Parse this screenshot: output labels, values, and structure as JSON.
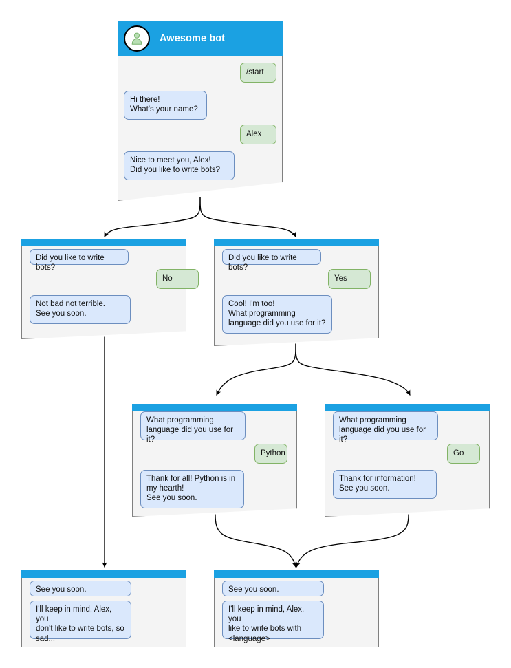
{
  "diagram": {
    "title": "Awesome bot conversation flow",
    "colors": {
      "header_blue": "#1ba1e2",
      "card_body": "#f4f4f4",
      "card_border": "#808080",
      "incoming_bubble_fill": "#dae8fc",
      "incoming_bubble_border": "#6c8ebf",
      "outgoing_bubble_fill": "#d5e8d4",
      "outgoing_bubble_border": "#82b366",
      "edge": "#000000",
      "canvas": "#ffffff"
    }
  },
  "root": {
    "avatar_icon": "user-avatar-icon",
    "bot_name": "Awesome bot",
    "messages": [
      {
        "side": "out",
        "text": "/start"
      },
      {
        "side": "in",
        "text": "Hi there!\nWhat's your name?"
      },
      {
        "side": "out",
        "text": "Alex"
      },
      {
        "side": "in",
        "text": "Nice to meet you, Alex!\nDid you like to write bots?"
      }
    ]
  },
  "cards": [
    {
      "id": "no-branch",
      "messages": [
        {
          "side": "in",
          "text": "Did you like to write bots?"
        },
        {
          "side": "out",
          "text": "No"
        },
        {
          "side": "in",
          "text": "Not bad not terrible.\nSee you soon."
        }
      ]
    },
    {
      "id": "yes-branch",
      "messages": [
        {
          "side": "in",
          "text": "Did you like to write bots?"
        },
        {
          "side": "out",
          "text": "Yes"
        },
        {
          "side": "in",
          "text": "Cool! I'm too!\nWhat programming\nlanguage did you use for it?"
        }
      ]
    },
    {
      "id": "python-branch",
      "messages": [
        {
          "side": "in",
          "text": "What programming\nlanguage did you use for it?"
        },
        {
          "side": "out",
          "text": "Python"
        },
        {
          "side": "in",
          "text": "Thank for all! Python is in\nmy hearth!\nSee you soon."
        }
      ]
    },
    {
      "id": "go-branch",
      "messages": [
        {
          "side": "in",
          "text": "What programming\nlanguage did you use for it?"
        },
        {
          "side": "out",
          "text": "Go"
        },
        {
          "side": "in",
          "text": "Thank for information!\nSee you soon."
        }
      ]
    },
    {
      "id": "end-sad",
      "messages": [
        {
          "side": "in",
          "text": "See you soon."
        },
        {
          "side": "in",
          "text": "I'll keep in mind, Alex, you\ndon't like to write bots, so\nsad..."
        }
      ]
    },
    {
      "id": "end-happy",
      "messages": [
        {
          "side": "in",
          "text": "See you soon."
        },
        {
          "side": "in",
          "text": "I'll keep in mind, Alex, you\nlike to write bots with\n<language>"
        }
      ]
    }
  ]
}
